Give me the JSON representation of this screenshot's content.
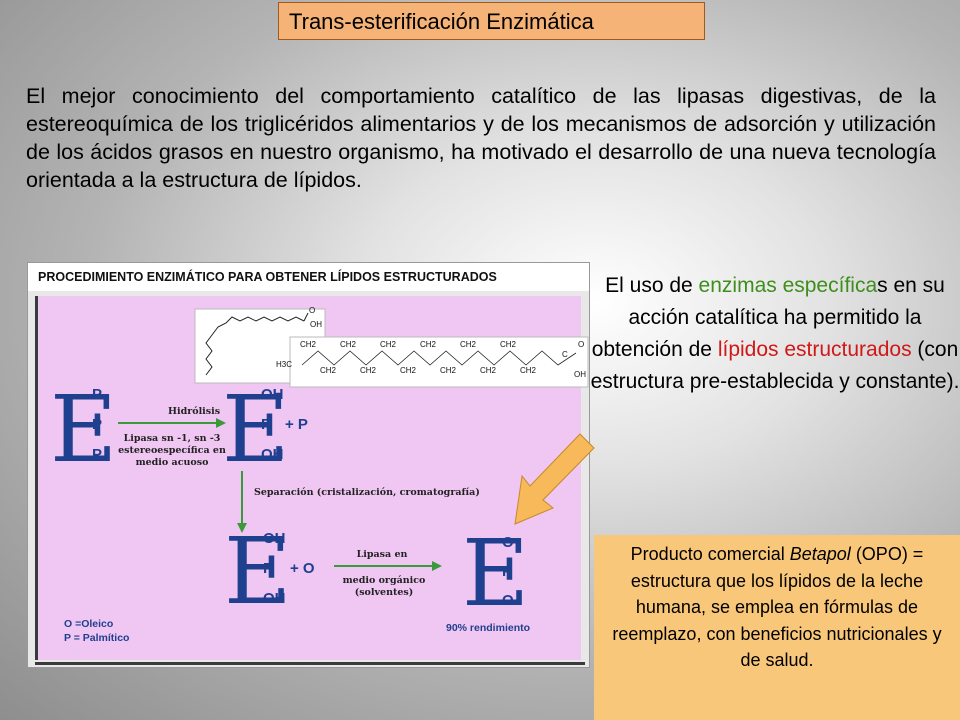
{
  "title": "Trans-esterificación Enzimática",
  "intro": "El mejor conocimiento del comportamiento catalítico de las lipasas digestivas, de la estereoquímica de los triglicéridos alimentarios y de los mecanismos de adsorción y utilización de los ácidos grasos en nuestro organismo, ha motivado el desarrollo de una nueva tecnología orientada a la estructura de lípidos.",
  "side_text": {
    "p1": "El uso de ",
    "green": "enzimas específica",
    "p2": "s en su acción catalítica ha permitido la obtención de ",
    "red": "lípidos estructurados",
    "p3": "  (con estructura pre-establecida y constante)."
  },
  "product": {
    "pre": "Producto comercial ",
    "italic": "Betapol",
    "post": " (OPO) = estructura que los lípidos de la leche humana, se emplea en fórmulas de reemplazo, con beneficios nutricionales y de salud."
  },
  "figure": {
    "header": "PROCEDIMIENTO ENZIMÁTICO PARA OBTENER LÍPIDOS ESTRUCTURADOS",
    "step1_label": "Hidrólisis",
    "step1_detail": [
      "Lipasa sn -1, sn -3",
      "estereoespecífica en",
      "medio acuoso"
    ],
    "separation": "Separación (cristalización, cromatografía)",
    "step2_label": [
      "Lipasa en",
      "medio orgánico",
      "(solventes)"
    ],
    "start_groups": [
      "P",
      "P",
      "P"
    ],
    "mid_groups": [
      "OH",
      "P",
      "OH"
    ],
    "mid_extra": "+ P",
    "mono_groups": [
      "OH",
      "P",
      "OH"
    ],
    "mono_extra": "+ O",
    "final_groups": [
      "O",
      "P",
      "O"
    ],
    "legend": [
      "O =Oleico",
      "P = Palmítico"
    ],
    "yield": "90% rendimiento",
    "chem_oh": "OH",
    "chem_o": "O",
    "chem_c": "C",
    "chem_h3c": "H3C",
    "chem_ch2": "CH2"
  },
  "colors": {
    "title_bg": "#f5b377",
    "product_bg": "#f9c77a",
    "green": "#3e8e1c",
    "red": "#d01818",
    "panel_bg": "#f0c6f2",
    "arrow_green": "#3a9a3a",
    "callout_arrow": "#f7b95a"
  }
}
